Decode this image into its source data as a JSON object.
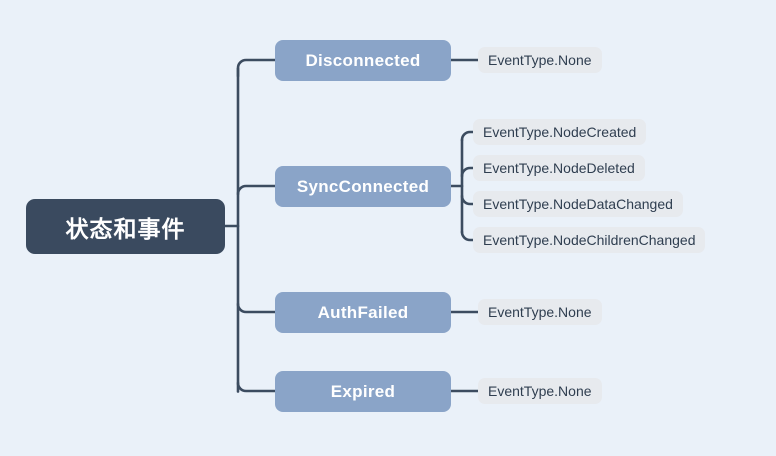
{
  "diagram": {
    "type": "mindmap",
    "title": "状态和事件",
    "background_color": "#eaf1f9",
    "root": {
      "label": "状态和事件",
      "fill_color": "#3a4a5f",
      "text_color": "#ffffff"
    },
    "connector_color": "#3c4c60",
    "branch_style": {
      "fill_color": "#8aa4c8",
      "text_color": "#ffffff"
    },
    "leaf_style": {
      "fill_color": "#e7eaee",
      "text_color": "#2f3e50"
    },
    "branches": [
      {
        "label": "Disconnected",
        "children": [
          {
            "label": "EventType.None"
          }
        ]
      },
      {
        "label": "SyncConnected",
        "children": [
          {
            "label": "EventType.NodeCreated"
          },
          {
            "label": "EventType.NodeDeleted"
          },
          {
            "label": "EventType.NodeDataChanged"
          },
          {
            "label": "EventType.NodeChildrenChanged"
          }
        ]
      },
      {
        "label": "AuthFailed",
        "children": [
          {
            "label": "EventType.None"
          }
        ]
      },
      {
        "label": "Expired",
        "children": [
          {
            "label": "EventType.None"
          }
        ]
      }
    ]
  }
}
